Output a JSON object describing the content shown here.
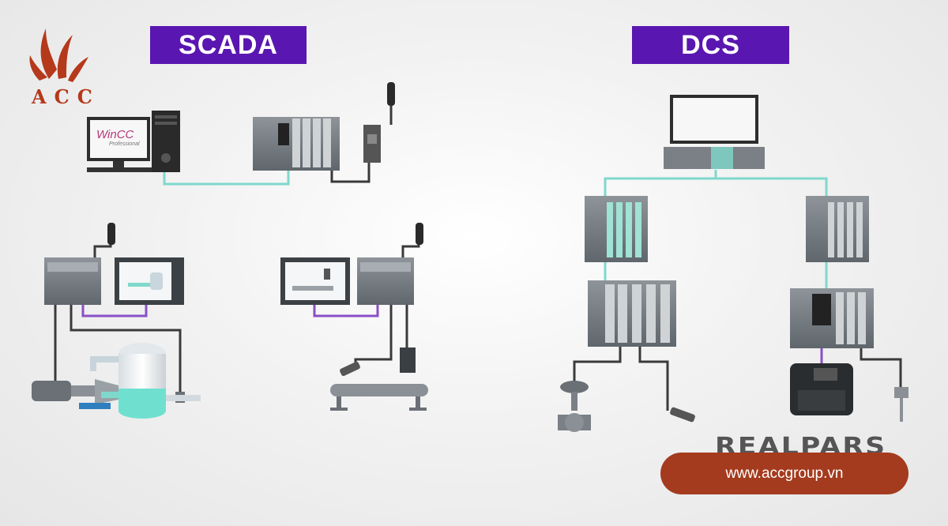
{
  "titles": {
    "scada": "SCADA",
    "dcs": "DCS"
  },
  "logo": {
    "text": "ACC",
    "icon": "flame-logo-icon"
  },
  "hmi_software": {
    "name": "WinCC",
    "sub": "Professional"
  },
  "watermark": {
    "text": "REALPARS"
  },
  "website": {
    "url": "www.accgroup.vn"
  },
  "colors": {
    "title_bg": "#5a16b0",
    "ethernet_line": "#7fd8cc",
    "profibus_line": "#8a4fc6",
    "field_line": "#3a3a3a",
    "pill_bg": "#a43b1e",
    "logo": "#b5391b"
  }
}
